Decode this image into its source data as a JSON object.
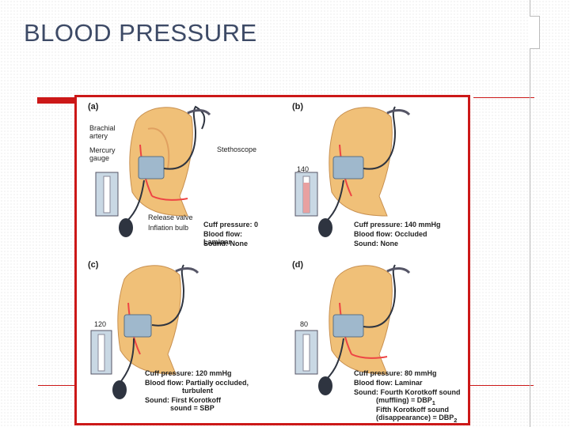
{
  "slide": {
    "title": "BLOOD PRESSURE"
  },
  "colors": {
    "accent": "#cc1818",
    "title": "#3d4a66",
    "skin": "#f0c078",
    "cuff": "#9fb8cc",
    "tube": "#2e3440"
  },
  "panels": {
    "a": {
      "id": "(a)",
      "brachial": "Brachial\nartery",
      "mercury": "Mercury\ngauge",
      "stethoscope": "Stethoscope",
      "release": "Release valve",
      "inflation": "Inflation bulb",
      "cuff": "Cuff pressure: 0",
      "flow": "Blood flow: Laminar",
      "sound": "Sound: None"
    },
    "b": {
      "id": "(b)",
      "gauge": "140",
      "cuff": "Cuff pressure: 140 mmHg",
      "flow": "Blood flow: Occluded",
      "sound": "Sound: None"
    },
    "c": {
      "id": "(c)",
      "gauge": "120",
      "cuff": "Cuff pressure: 120 mmHg",
      "flow": "Blood flow: Partially occluded,",
      "flow2": "turbulent",
      "sound": "Sound: First Korotkoff",
      "sound2": "sound = SBP"
    },
    "d": {
      "id": "(d)",
      "gauge": "80",
      "cuff": "Cuff pressure: 80 mmHg",
      "flow": "Blood flow: Laminar",
      "sound": "Sound: Fourth Korotkoff sound",
      "sound2": "(muffling) = DBP",
      "sound2_sub": "1",
      "sound3": "Fifth Korotkoff sound",
      "sound4": "(disappearance) = DBP",
      "sound4_sub": "2"
    }
  }
}
